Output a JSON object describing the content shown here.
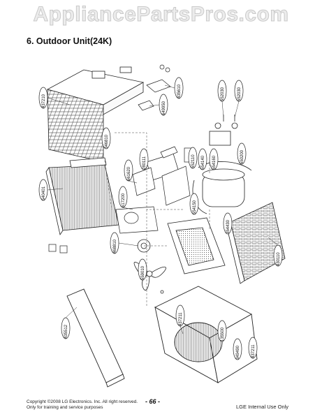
{
  "watermark": "AppliancePartsPros.com",
  "section_title": "6. Outdoor Unit(24K)",
  "callouts": [
    {
      "id": "top-cover",
      "label": "437210"
    },
    {
      "id": "right-cover-top",
      "label": "435610"
    },
    {
      "id": "control-box",
      "label": "649950"
    },
    {
      "id": "valve-1",
      "label": "552030"
    },
    {
      "id": "valve-2",
      "label": "552030"
    },
    {
      "id": "left-frame",
      "label": "346810"
    },
    {
      "id": "condenser",
      "label": "540401"
    },
    {
      "id": "capacitor",
      "label": "661620"
    },
    {
      "id": "bracket-a",
      "label": "280111"
    },
    {
      "id": "reactor",
      "label": "617200"
    },
    {
      "id": "pipe-a",
      "label": "552110"
    },
    {
      "id": "pipe-b",
      "label": "554140"
    },
    {
      "id": "pipe-c",
      "label": "554160"
    },
    {
      "id": "compressor",
      "label": "554150"
    },
    {
      "id": "accumulator",
      "label": "550200"
    },
    {
      "id": "service-valve",
      "label": "354430"
    },
    {
      "id": "motor",
      "label": "468810"
    },
    {
      "id": "rear-panel",
      "label": "430110"
    },
    {
      "id": "fan",
      "label": "559010"
    },
    {
      "id": "front-grille",
      "label": "437211"
    },
    {
      "id": "base-pan-a",
      "label": "135500"
    },
    {
      "id": "base-pan-b",
      "label": "349490"
    },
    {
      "id": "base-side",
      "label": "437211"
    },
    {
      "id": "side-panel",
      "label": "435512"
    }
  ],
  "footer": {
    "copyright": "Copyright ©2008 LG Electronics. Inc. All right reserved.",
    "training": "Only for training and service purposes",
    "page": "- 66 -",
    "right": "LGE Internal Use Only"
  }
}
